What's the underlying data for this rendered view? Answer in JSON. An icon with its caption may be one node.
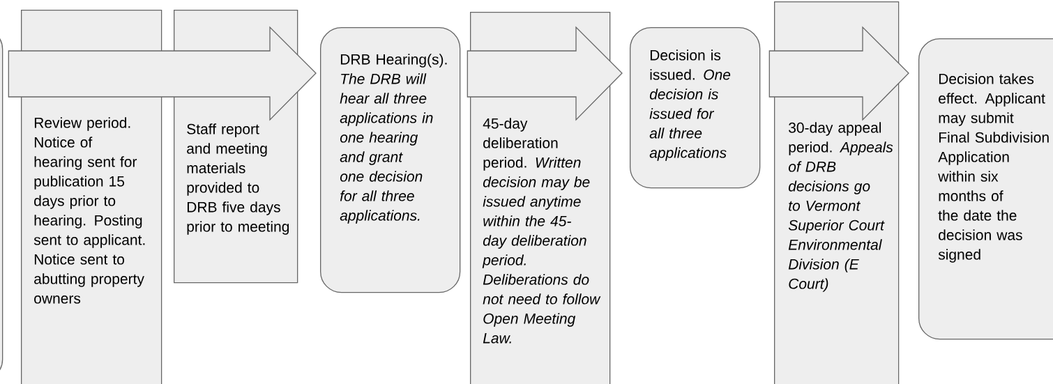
{
  "diagram": {
    "nodes": [
      {
        "text": [],
        "shape": "box"
      },
      {
        "text": [
          "Review period. Notice of hearing sent for publication 15 days prior to hearing. Posting sent to applicant. Notice sent to abutting property owners"
        ]
      },
      {
        "text": [
          "Staff report and meeting materials provided to DRB five days prior to meeting"
        ]
      },
      {
        "text": [
          "DRB Hearing(s). *The DRB will hear all three applications in one hearing and grant one decision for all three applications.*"
        ]
      },
      {
        "text": [
          "45-day deliberation period. *Written decision may be issued anytime within the 45-day deliberation period. Deliberations do not need to follow Open Meeting Law.*"
        ]
      },
      {
        "text": [
          "Decision is issued. *One decision is issued for all three applications*"
        ]
      },
      {
        "text": [
          "30-day appeal period. *Appeals of DRB decisions go to Vermont Superior Court Environmental Division (E Court)*"
        ]
      },
      {
        "text": [
          "Decision takes effect. Applicant may submit Final Subdivision Application within six months of the date the decision was signed"
        ]
      }
    ],
    "edges": [
      {
        "from": 0,
        "to": 3,
        "arrow": "to"
      },
      {
        "from": 3,
        "to": 5,
        "arrow": "to"
      },
      {
        "from": 5,
        "to": 7,
        "arrow": "to"
      }
    ]
  }
}
